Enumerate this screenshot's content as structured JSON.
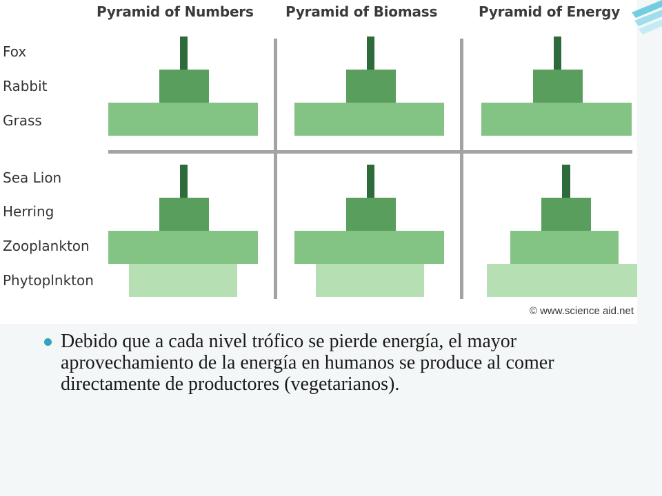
{
  "diagram": {
    "columns": [
      {
        "title": "Pyramid of Numbers"
      },
      {
        "title": "Pyramid of Biomass"
      },
      {
        "title": "Pyramid of Energy"
      }
    ],
    "ecosystems": [
      {
        "levels": [
          "Fox",
          "Rabbit",
          "Grass"
        ]
      },
      {
        "levels": [
          "Sea Lion",
          "Herring",
          "Zooplankton",
          "Phytoplnkton"
        ]
      }
    ],
    "copyright": "© www.science aid.net",
    "colors": {
      "top_level": "#2e6b3a",
      "second_level": "#5a9e5e",
      "third_level": "#83c384",
      "fourth_level": "#b6e0b3",
      "grid": "#a3a3a3",
      "bullet": "#2fa3bf"
    }
  },
  "caption": {
    "text": "Debido que a cada nivel trófico se pierde energía, el mayor aprovechamiento de la energía en humanos se produce al comer directamente de productores (vegetarianos)."
  }
}
